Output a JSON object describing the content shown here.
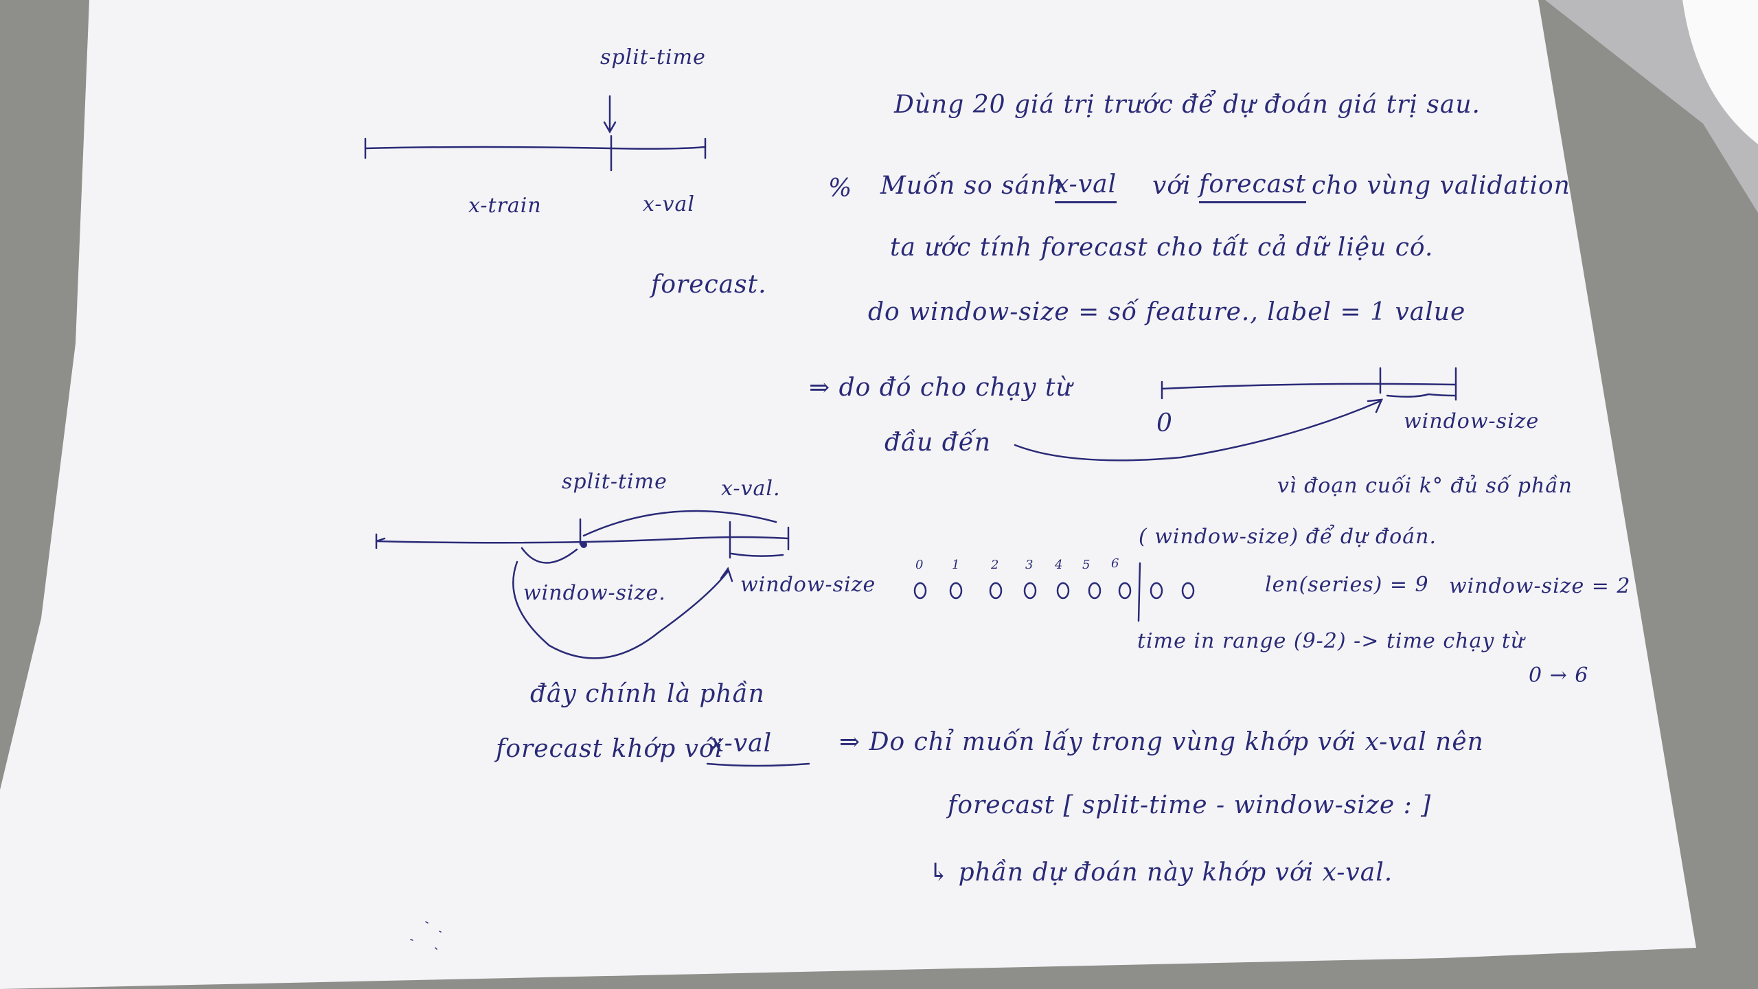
{
  "top_diagram": {
    "split_label": "split-time",
    "x_train_label": "x-train",
    "x_val_label": "x-val",
    "forecast_label": "forecast."
  },
  "notes": {
    "line1": "Dùng 20 giá trị trước để dự đoán giá trị sau.",
    "bullet": "%",
    "line2_a": "Muốn so sánh",
    "line2_b": "x-val",
    "line2_c": "với",
    "line2_d": "forecast",
    "line2_e": "cho vùng validation",
    "line3": "ta ước tính forecast cho tất cả dữ liệu có.",
    "line4": "do window-size = số feature., label = 1 value",
    "line5": "⇒ do đó cho chạy từ",
    "line6": "đầu đến",
    "zero_label": "0",
    "window_size_label": "window-size",
    "line7": "vì đoạn cuối k° đủ số phần",
    "line8": "( window-size) để dự đoán."
  },
  "lower_diagram": {
    "split_label": "split-time",
    "x_val_label": "x-val.",
    "window_left": "window-size.",
    "window_right": "window-size",
    "caption1": "đây chính là phần",
    "caption2_a": "forecast khớp với",
    "caption2_b": "x-val"
  },
  "circles_demo": {
    "indices": [
      "0",
      "1",
      "2",
      "3",
      "4",
      "5",
      "6"
    ],
    "len_text": "len(series) = 9",
    "window_text": "window-size = 2",
    "time_text": "time in range (9-2) -> time chạy từ",
    "range_text": "0 → 6"
  },
  "conclusion": {
    "line1": "⇒ Do chỉ muốn lấy trong vùng khớp với x-val nên",
    "line2": "forecast [ split-time - window-size : ]",
    "line3": "↳ phần dự đoán này khớp với x-val."
  },
  "colors": {
    "ink": "#2a2a78",
    "paper": "#f6f6f8",
    "table": "#8f8f8c"
  }
}
